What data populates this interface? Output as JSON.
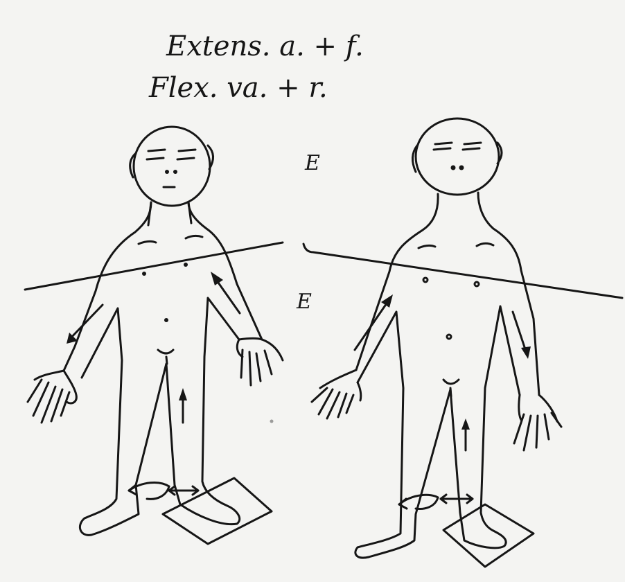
{
  "title_line_1": "Extens. a. + f.",
  "title_line_2": "Flex. va. + r.",
  "zone_label_upper": "E",
  "zone_label_lower": "E",
  "ink_color": "#161616",
  "paper_color": "#f4f4f2"
}
